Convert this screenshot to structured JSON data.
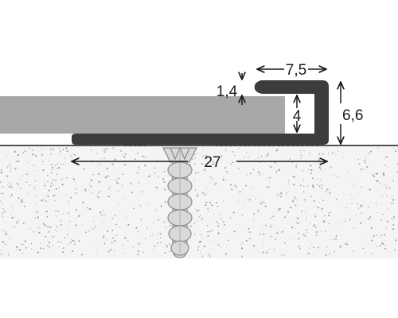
{
  "dimensions": {
    "cap_width": "7,5",
    "cap_thickness": "1,4",
    "inner_height": "4",
    "total_height": "6,6",
    "base_width": "27"
  },
  "colors": {
    "floor_panel": "#a8a8a8",
    "profile": "#3c3c3c",
    "dowel": "#d9d9d9",
    "screed_dots": "#9a9a9a",
    "line": "#1a1a1a"
  }
}
